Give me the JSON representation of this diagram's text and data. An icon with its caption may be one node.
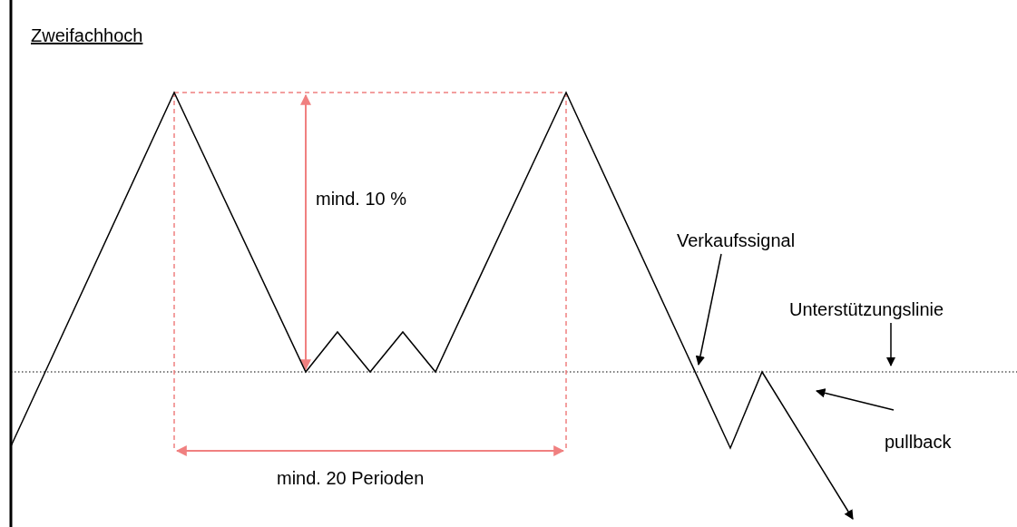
{
  "diagram": {
    "title": "Zweifachhoch",
    "nodes": [
      {
        "text": [
          "Verkaufssignal"
        ]
      },
      {
        "text": [
          "Unterstützungslinie"
        ]
      },
      {
        "text": [
          "pullback"
        ]
      }
    ],
    "edges": [
      {
        "from": 0,
        "to": null,
        "arrow": "to"
      },
      {
        "from": 1,
        "to": null,
        "arrow": "to"
      },
      {
        "from": 2,
        "to": null,
        "arrow": "to"
      }
    ],
    "labels": [
      "mind. 10 %",
      "mind. 20 Perioden"
    ]
  }
}
